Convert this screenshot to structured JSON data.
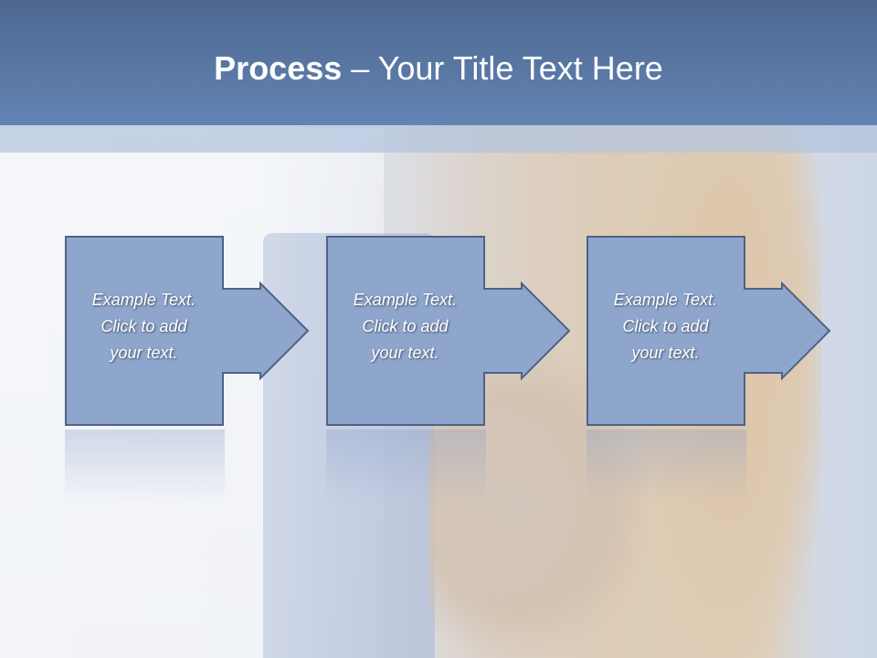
{
  "slide": {
    "title_bold": "Process",
    "title_rest": " – Your Title Text Here"
  },
  "steps": [
    {
      "line1": "Example Text.",
      "line2": "Click  to add",
      "line3": "your text."
    },
    {
      "line1": "Example Text.",
      "line2": "Click  to add",
      "line3": "your text."
    },
    {
      "line1": "Example Text.",
      "line2": "Click  to add",
      "line3": "your text."
    }
  ],
  "colors": {
    "header": "#5a79a6",
    "box_fill": "#8fa6cc",
    "box_stroke": "#4f6286",
    "text": "#ffffff"
  }
}
